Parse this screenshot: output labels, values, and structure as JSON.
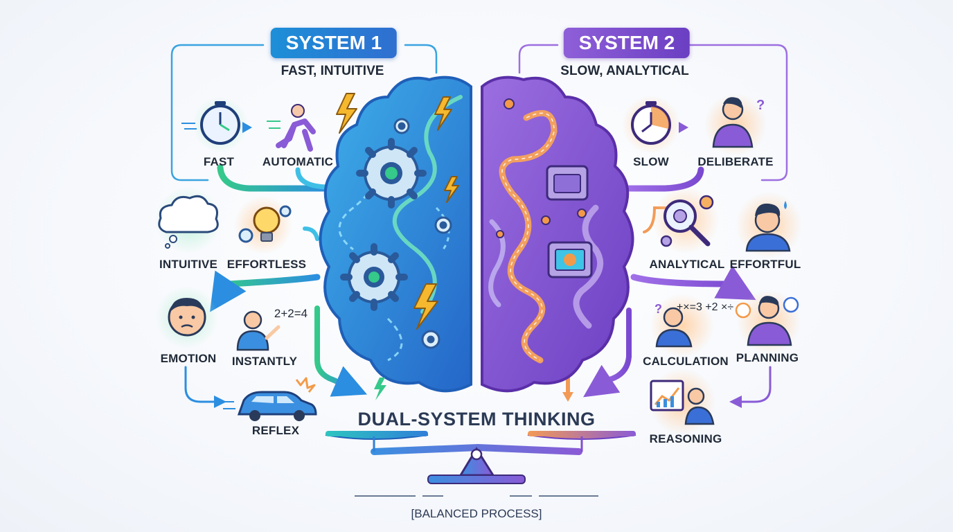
{
  "system1": {
    "title": "SYSTEM 1",
    "subtitle": "FAST, INTUITIVE",
    "color": "#1f7fd6",
    "traits": [
      "FAST",
      "AUTOMATIC",
      "INTUITIVE",
      "EFFORTLESS",
      "EMOTION",
      "INSTANTLY",
      "REFLEX"
    ],
    "math_text": "2+2=4"
  },
  "system2": {
    "title": "SYSTEM 2",
    "subtitle": "SLOW, ANALYTICAL",
    "color": "#7e4fd1",
    "traits": [
      "SLOW",
      "DELIBERATE",
      "ANALYTICAL",
      "EFFORTFUL",
      "CALCULATION",
      "PLANNING",
      "REASONING"
    ],
    "math_text": "+×=3 +2 ×÷"
  },
  "center": {
    "title": "DUAL-SYSTEM THINKING",
    "footer": "[BALANCED PROCESS]"
  },
  "colors": {
    "left_brain": "#2f8fdc",
    "right_brain": "#8a5bd6",
    "green_accent": "#35c98a",
    "orange_accent": "#f39a4a",
    "bolt": "#f5b82e"
  },
  "icons": {
    "fast": "stopwatch-fast-icon",
    "automatic": "running-person-icon",
    "intuitive": "thought-cloud-icon",
    "effortless": "lightbulb-gears-icon",
    "emotion": "face-icon",
    "instantly": "person-math-icon",
    "reflex": "car-brake-icon",
    "slow": "stopwatch-slow-icon",
    "deliberate": "thinking-person-icon",
    "analytical": "magnifier-gears-icon",
    "effortful": "tired-person-icon",
    "calculation": "person-calculating-icon",
    "planning": "planning-person-icon",
    "reasoning": "reasoning-chart-icon"
  }
}
